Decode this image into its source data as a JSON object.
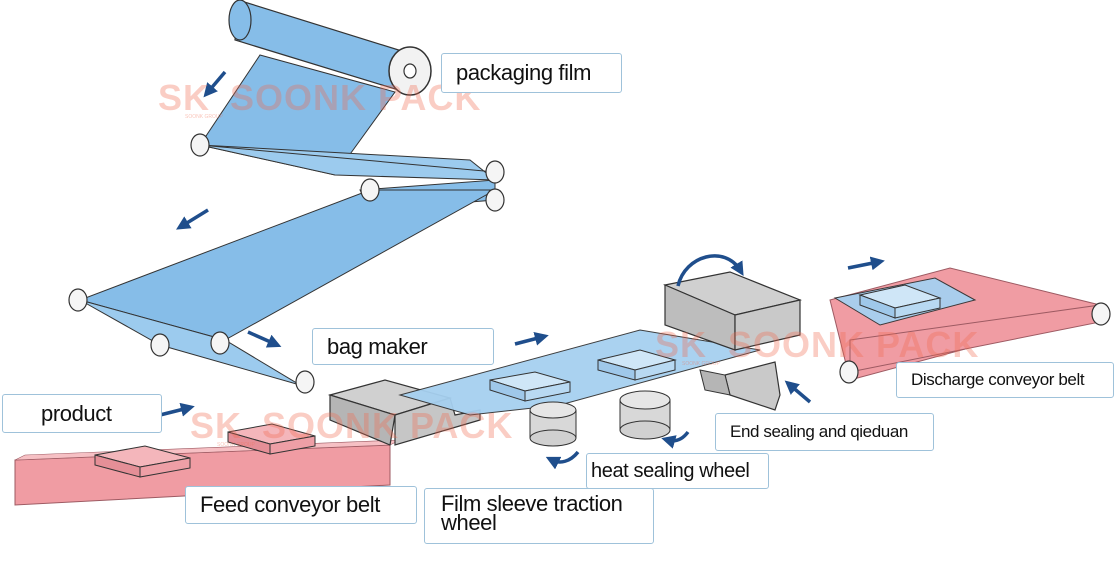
{
  "watermark": {
    "brand": "SOONK PACK",
    "mark": "SK",
    "tagline": "SOONK GROUP"
  },
  "labels": {
    "packaging_film": "packaging film",
    "bag_maker": "bag maker",
    "product": "product",
    "feed_conveyor_belt": "Feed conveyor belt",
    "film_sleeve_traction_wheel": "Film sleeve traction wheel",
    "heat_sealing_wheel": "heat sealing wheel",
    "end_sealing": "End sealing and qieduan",
    "discharge_conveyor_belt": "Discharge conveyor belt"
  },
  "colors": {
    "film_blue": "#86bde8",
    "belt_pink": "#f09ca3",
    "machine_gray": "#c4c4c4",
    "arrow_navy": "#1f4e8c",
    "watermark": "#f26a4f"
  },
  "icons": [
    "flow-arrow-icon",
    "rotation-arrow-icon",
    "roller-icon"
  ]
}
